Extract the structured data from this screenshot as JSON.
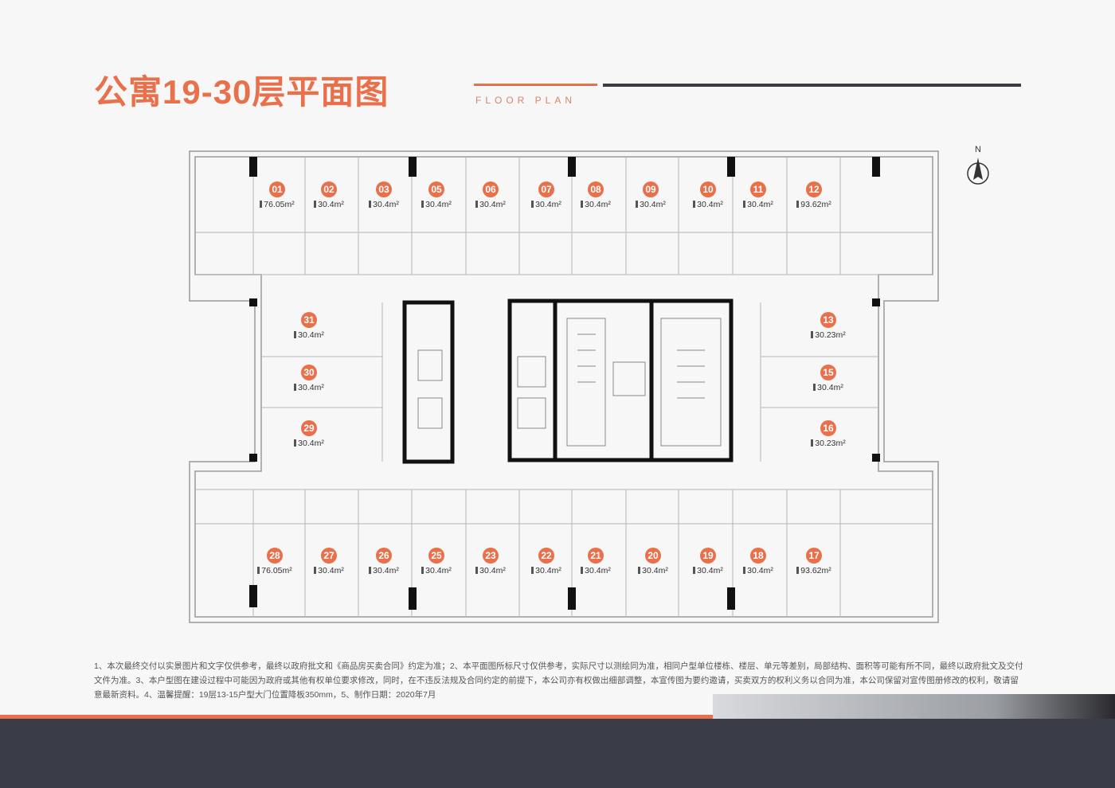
{
  "header": {
    "title": "公寓19-30层平面图",
    "subtitle": "FLOOR PLAN"
  },
  "compass": {
    "label": "N"
  },
  "units": {
    "top": [
      {
        "no": "01",
        "area": "76.05m²"
      },
      {
        "no": "02",
        "area": "30.4m²"
      },
      {
        "no": "03",
        "area": "30.4m²"
      },
      {
        "no": "05",
        "area": "30.4m²"
      },
      {
        "no": "06",
        "area": "30.4m²"
      },
      {
        "no": "07",
        "area": "30.4m²"
      },
      {
        "no": "08",
        "area": "30.4m²"
      },
      {
        "no": "09",
        "area": "30.4m²"
      },
      {
        "no": "10",
        "area": "30.4m²"
      },
      {
        "no": "11",
        "area": "30.4m²"
      },
      {
        "no": "12",
        "area": "93.62m²"
      }
    ],
    "left": [
      {
        "no": "31",
        "area": "30.4m²"
      },
      {
        "no": "30",
        "area": "30.4m²"
      },
      {
        "no": "29",
        "area": "30.4m²"
      }
    ],
    "right": [
      {
        "no": "13",
        "area": "30.23m²"
      },
      {
        "no": "15",
        "area": "30.4m²"
      },
      {
        "no": "16",
        "area": "30.23m²"
      }
    ],
    "bottom": [
      {
        "no": "28",
        "area": "76.05m²"
      },
      {
        "no": "27",
        "area": "30.4m²"
      },
      {
        "no": "26",
        "area": "30.4m²"
      },
      {
        "no": "25",
        "area": "30.4m²"
      },
      {
        "no": "23",
        "area": "30.4m²"
      },
      {
        "no": "22",
        "area": "30.4m²"
      },
      {
        "no": "21",
        "area": "30.4m²"
      },
      {
        "no": "20",
        "area": "30.4m²"
      },
      {
        "no": "19",
        "area": "30.4m²"
      },
      {
        "no": "18",
        "area": "30.4m²"
      },
      {
        "no": "17",
        "area": "93.62m²"
      }
    ]
  },
  "notes": "1、本次最终交付以实景图片和文字仅供参考，最终以政府批文和《商品房买卖合同》约定为准；2、本平面图所标尺寸仅供参考，实际尺寸以测绘同为准，相同户型单位楼栋、楼层、单元等差别，局部结构、面积等可能有所不同，最终以政府批文及交付文件为准。3、本户型图在建设过程中可能因为政府或其他有权单位要求修改，同时，在不违反法规及合同约定的前提下，本公司亦有权做出细部调整，本宣传图为要约邀请，买卖双方的权利义务以合同为准，本公司保留对宣传图册修改的权利，敬请留意最新资料。4、温馨提醒：19层13-15户型大门位置降板350mm，5、制作日期：2020年7月"
}
